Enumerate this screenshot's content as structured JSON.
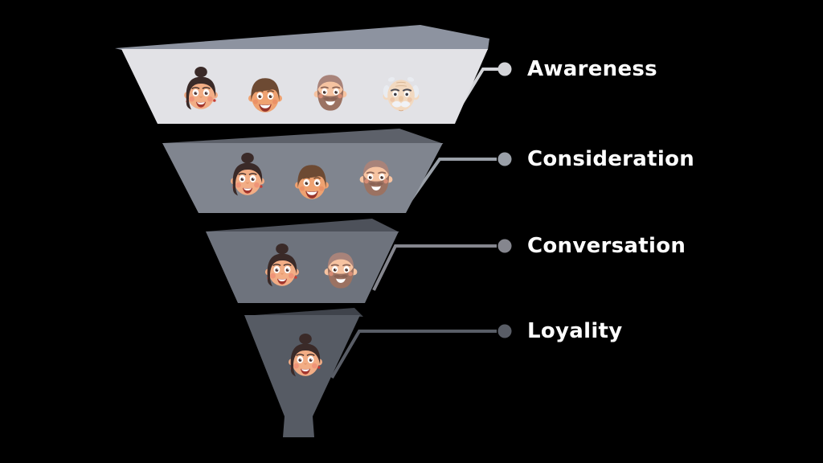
{
  "background_color": "#000000",
  "diagram": {
    "type": "funnel",
    "label_text_color": "#ffffff",
    "stages": [
      {
        "label": "Awareness",
        "front_color": "#e2e2e6",
        "rim_color": "#8d93a0",
        "connector_color": "#d3d4d8",
        "faces": [
          "woman",
          "boy",
          "bearded-man",
          "old-man"
        ]
      },
      {
        "label": "Consideration",
        "front_color": "#80858f",
        "rim_color": "#5d616a",
        "connector_color": "#9aa0a8",
        "faces": [
          "woman",
          "boy",
          "bearded-man"
        ]
      },
      {
        "label": "Conversation",
        "front_color": "#6e737d",
        "rim_color": "#4d515a",
        "connector_color": "#85868e",
        "faces": [
          "woman",
          "bearded-man"
        ]
      },
      {
        "label": "Loyality",
        "front_color": "#565b64",
        "rim_color": "#3f434b",
        "connector_color": "#595d66",
        "faces": [
          "woman"
        ]
      }
    ]
  }
}
